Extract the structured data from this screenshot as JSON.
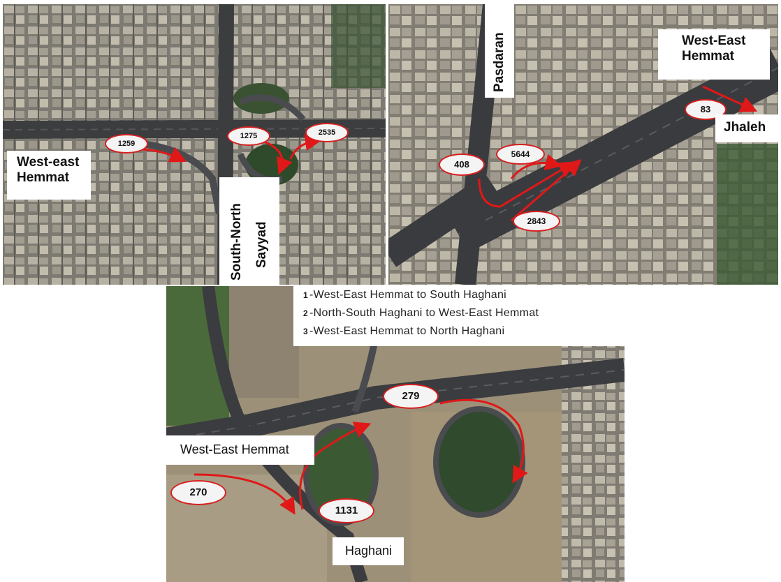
{
  "panels": {
    "top_left": {
      "labels": {
        "west_east_hemmat": [
          "West-east",
          "Hemmat"
        ],
        "south_north_sayyad": [
          "South-North",
          "Sayyad"
        ]
      },
      "badges": [
        "1259",
        "1275",
        "2535"
      ]
    },
    "top_right": {
      "labels": {
        "pasdaran": "Pasdaran",
        "west_east_hemmat": [
          "West-East",
          "Hemmat"
        ],
        "jhaleh": "Jhaleh"
      },
      "badges": [
        "83",
        "408",
        "5644",
        "2843"
      ]
    },
    "bottom": {
      "legend": [
        {
          "num": "1",
          "text": "-West-East Hemmat to  South Haghani"
        },
        {
          "num": "2",
          "text": "-North-South Haghani to West-East Hemmat"
        },
        {
          "num": "3",
          "text": "-West-East Hemmat to North Haghani"
        }
      ],
      "labels": {
        "west_east_hemmat": "West-East Hemmat",
        "haghani": "Haghani"
      },
      "badges": [
        "279",
        "270",
        "1131"
      ]
    }
  },
  "colors": {
    "arrow": "#e01818",
    "badge_border": "#d62020"
  }
}
